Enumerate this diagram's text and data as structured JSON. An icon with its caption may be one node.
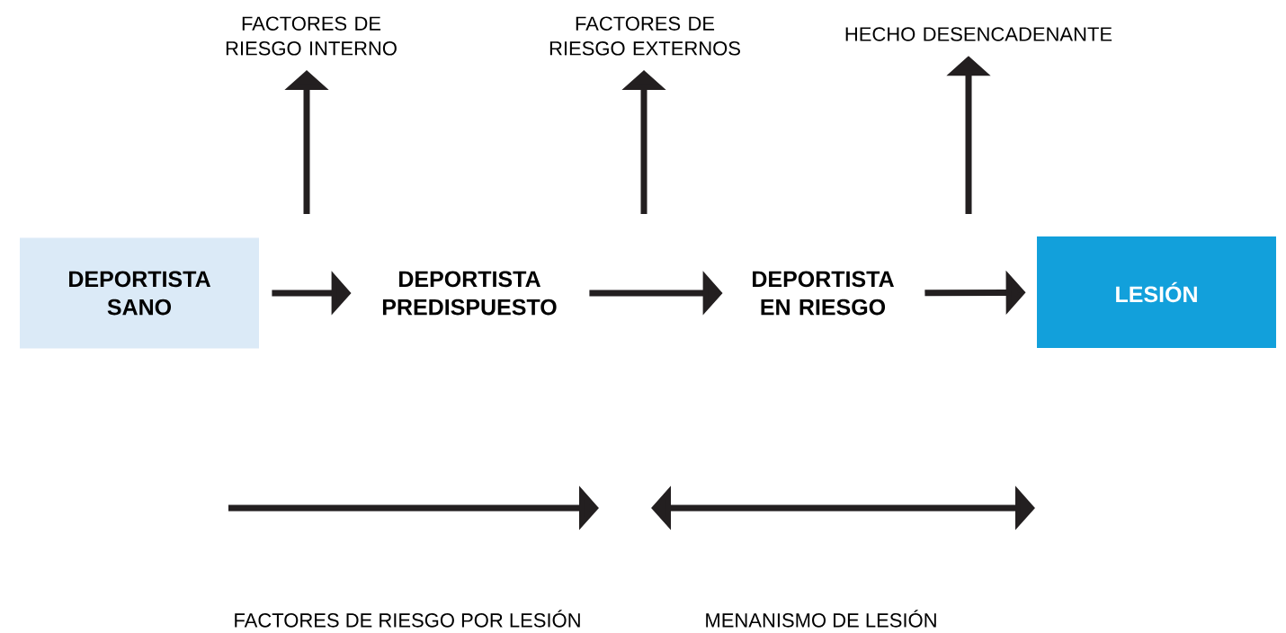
{
  "diagram": {
    "nodes": [
      {
        "text": [
          "DEPORTISTA SANO"
        ]
      },
      {
        "text": [
          "DEPORTISTA PREDISPUESTO"
        ]
      },
      {
        "text": [
          "DEPORTISTA EN RIESGO"
        ]
      },
      {
        "text": [
          "LESIÓN"
        ]
      },
      {
        "text": [
          "FACTORES DE RIESGO INTERNO"
        ]
      },
      {
        "text": [
          "FACTORES DE RIESGO EXTERNOS"
        ]
      },
      {
        "text": [
          "HECHO DESENCADENANTE"
        ]
      }
    ],
    "edges": [
      {
        "from": 0,
        "to": 1,
        "arrow": "to"
      },
      {
        "from": 1,
        "to": 2,
        "arrow": "to"
      },
      {
        "from": 2,
        "to": 3,
        "arrow": "to"
      },
      {
        "from": null,
        "to": 4,
        "arrow": "to"
      },
      {
        "from": null,
        "to": 5,
        "arrow": "to"
      },
      {
        "from": null,
        "to": 6,
        "arrow": "to"
      }
    ],
    "labels": [
      "FACTORES DE RIESGO POR LESIÓN",
      "MENANISMO DE LESIÓN"
    ]
  }
}
